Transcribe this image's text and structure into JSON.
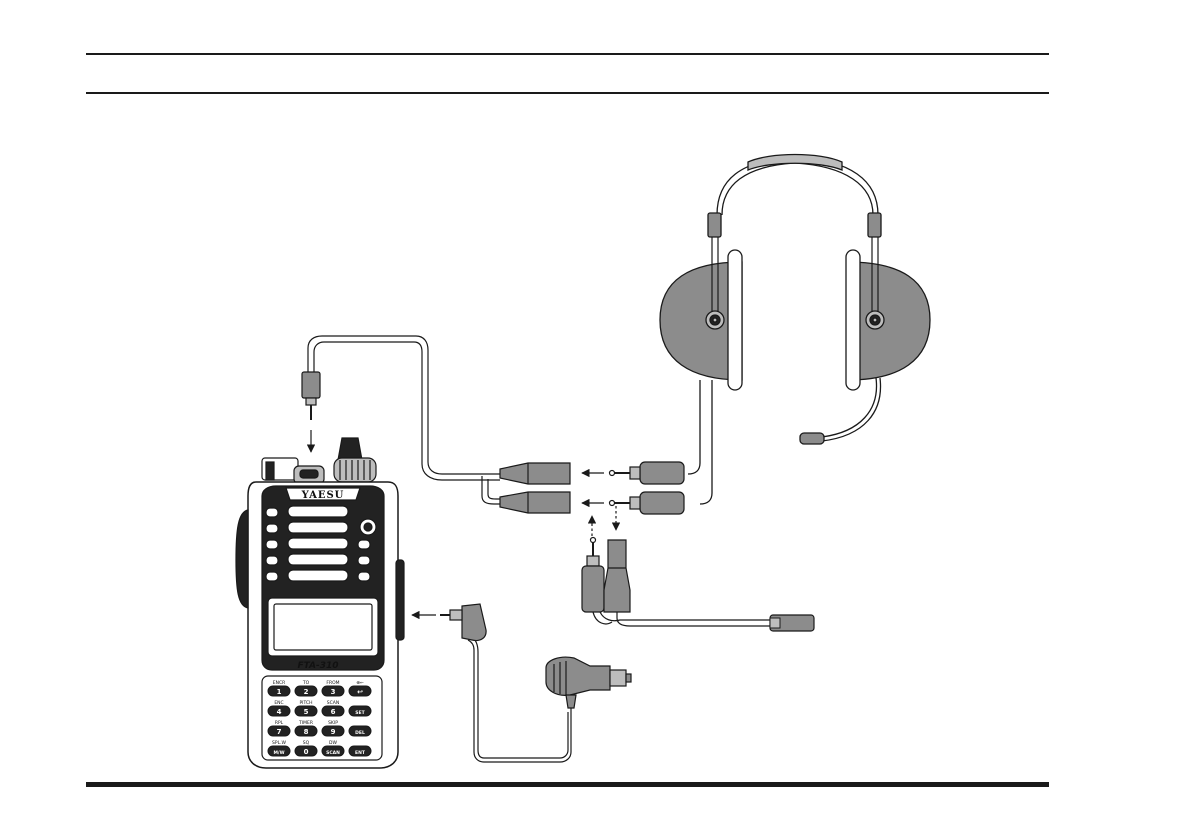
{
  "radio": {
    "brand": "YAESU",
    "model": "FTA-310",
    "keys": [
      {
        "top": "ENCR",
        "num": "1"
      },
      {
        "top": "TO",
        "num": "2"
      },
      {
        "top": "FROM",
        "num": "3"
      },
      {
        "top": "⊕←",
        "num": "↩"
      },
      {
        "top": "ENC",
        "num": "4"
      },
      {
        "top": "PITCH",
        "num": "5"
      },
      {
        "top": "SCAN",
        "num": "6"
      },
      {
        "top": "",
        "num": "SET"
      },
      {
        "top": "RPL",
        "num": "7"
      },
      {
        "top": "TIMER",
        "num": "8"
      },
      {
        "top": "SKIP",
        "num": "9"
      },
      {
        "top": "",
        "num": "DEL"
      },
      {
        "top": "SPL.W",
        "num": "M/W"
      },
      {
        "top": "SQ",
        "num": "0"
      },
      {
        "top": "DW",
        "num": "SCAN"
      },
      {
        "top": "",
        "num": "ENT"
      }
    ]
  },
  "colors": {
    "line": "#1a1a1a",
    "part_gray": "#8c8c8c",
    "light_gray": "#bdbdbd",
    "dark": "#222222"
  },
  "icons": [
    "arrow-left-icon",
    "arrow-down-icon",
    "dashed-arrow-up-icon",
    "dashed-arrow-down-icon"
  ]
}
